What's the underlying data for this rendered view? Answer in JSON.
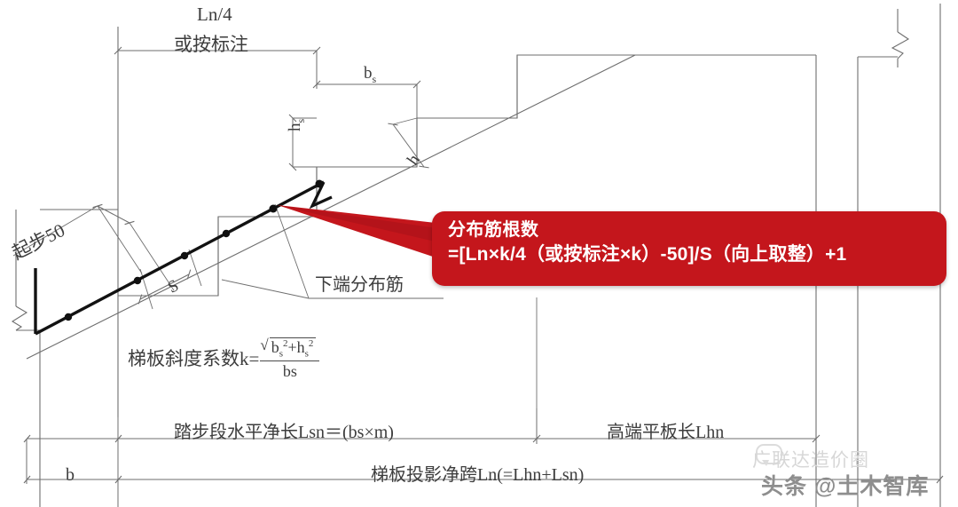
{
  "diagram": {
    "title_note": "楼梯梯板下端分布筋构造详图",
    "colors": {
      "callout_red": "#c4161c",
      "line_gray": "#6e6e6e",
      "rebar_black": "#1a1a1a",
      "watermark_light": "#d7d7d7",
      "watermark_dark": "#8e8e8e"
    }
  },
  "labels": {
    "ln_quarter": "Ln/4",
    "or_by_mark": "或按标注",
    "bs": "b",
    "bs_sub": "s",
    "hs": "h",
    "hs_sub": "s",
    "h": "h",
    "start_50": "起步50",
    "spacing_s": "S",
    "lower_distribution_bar": "下端分布筋",
    "slope_factor_prefix": "梯板斜度系数k=",
    "slope_numerator": "b",
    "slope_denominator": "b",
    "tread_run": "踏步段水平净长Lsn＝(bs×m)",
    "high_flat_len": "高端平板长Lhn",
    "total_span": "梯板投影净跨Ln(=Lhn+Lsn)",
    "b_dim": "b"
  },
  "formula_parts": {
    "k_numerator_bs": "b",
    "k_numerator_hs": "h",
    "sub_s": "s",
    "sup_2": "2",
    "plus": "+",
    "k_denominator": "bs"
  },
  "callout": {
    "title": "分布筋根数",
    "formula": "=[Ln×k/4（或按标注×k）-50]/S（向上取整）+1"
  },
  "watermarks": {
    "light": "广联达造价圈",
    "dark": "头条 @土木智库"
  }
}
